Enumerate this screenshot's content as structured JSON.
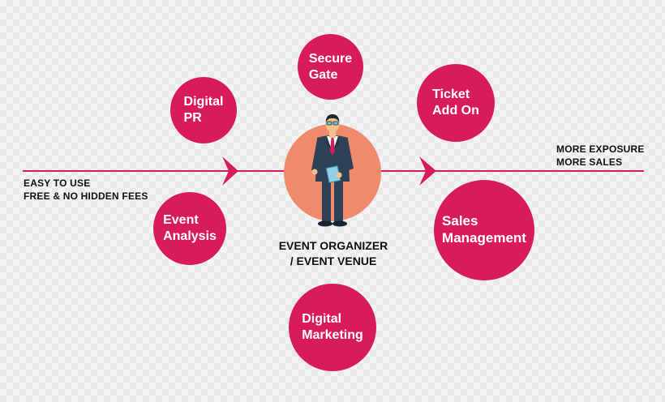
{
  "colors": {
    "accent": "#d81b5a",
    "center_circle": "#f08a6c",
    "suit": "#2d4256",
    "text": "#111111"
  },
  "left_benefits": [
    "EASY TO USE",
    "FREE & NO HIDDEN FEES"
  ],
  "right_benefits": [
    "MORE EXPOSURE",
    "MORE SALES"
  ],
  "center": {
    "line1": "EVENT ORGANIZER",
    "line2": "/ EVENT VENUE",
    "figure_icon": "businessman-icon"
  },
  "features": {
    "digital_pr": {
      "line1": "Digital",
      "line2": "PR"
    },
    "secure_gate": {
      "line1": "Secure",
      "line2": "Gate"
    },
    "ticket_add_on": {
      "line1": "Ticket",
      "line2": "Add On"
    },
    "event_analysis": {
      "line1": "Event",
      "line2": "Analysis"
    },
    "sales_management": {
      "line1": "Sales",
      "line2": "Management"
    },
    "digital_marketing": {
      "line1": "Digital",
      "line2": "Marketing"
    }
  }
}
